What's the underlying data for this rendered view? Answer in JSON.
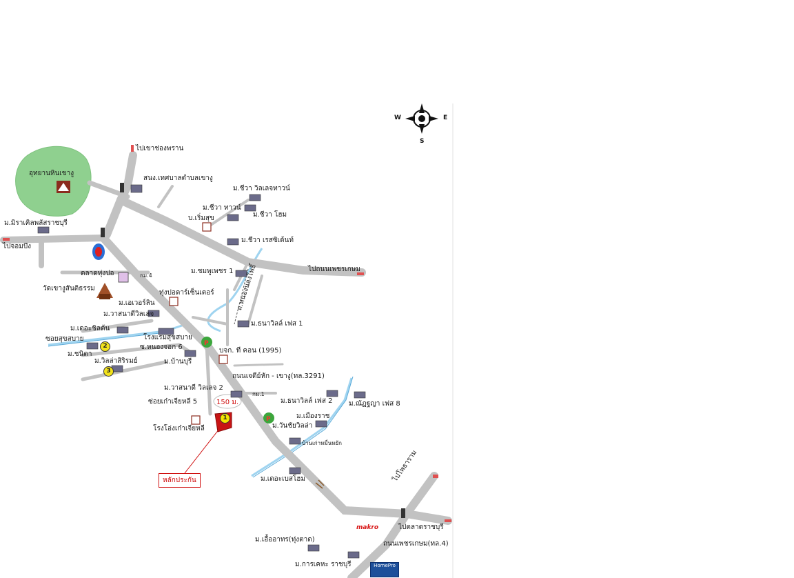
{
  "compass": {
    "west": "W",
    "east": "E",
    "south": "S"
  },
  "roads": {
    "to_khao_chong_phran": "ไปเขาช่องพราน",
    "to_chom_bueng": "ไปจอมบึง",
    "to_phetkasem": "ไปถนนเพชรเกษม",
    "to_phothararam": "ไปโพธาราม",
    "to_ratchaburi_market": "ไปตลาดราชบุรี",
    "phetkasem_road": "ถนนเพชรเกษม(ทล.4)",
    "chedi_hak_road": "ถนนเจดีย์หัก - เขางู(ทล.3291)",
    "soi_sukhsabai": "ซอยสุขสบาย",
    "soi_nong_chok": "ซ.หนองจอก 6",
    "soi_kao_chia_li": "ซ่อยเก๋าเจียหลี 5",
    "canal_road": "ถ.หนองนองโพธิ์"
  },
  "places": {
    "hin_khao_ngu_park": "อุทยานหินเขางู",
    "khao_ngu_municipality": "สนง.เทศบาลตำบลเขางู",
    "mirakhil": "ม.มิราเคิลพลัสราชบุรี",
    "thung_pa_market": "ตลาดทุ่งปอ",
    "km_marker_1": "กม.4",
    "wat_khao_ngu": "วัดเขางูสันติธรรม",
    "m_evergreen": "ม.เอเวอร์ลิน",
    "m_wasana_villa": "ม.วาสนาดีวิลเลจ",
    "m_the_chill_ton": "ม.เดอะชิลต้น",
    "m_chonika": "ม.ชนิดา",
    "m_villa_sirirom": "ม.วิลล่าสิริรมย์",
    "sukhsabai_hotel": "โรงแรมสุขสบาย",
    "thung_pa_center": "ทุ่งปอดาร์เซ็นเตอร์",
    "m_ban_buri": "ม.บ้านบุรี",
    "m_wasana_villa_2": "ม.วาสนาดี วิลเลจ 2",
    "kao_chia_li_factory": "โรงโอ่งเก๋าเจียหลี",
    "m_siwa_villa_town": "ม.ชีวา วิลเลจทาวน์",
    "m_siwa_town": "ม.ชีวา ทาวน์",
    "m_siwa_home": "ม.ชีวา โฮม",
    "b_roemsuk": "บ.เริ่มสุข",
    "m_siwa_residence": "ม.ชีวา เรสซิเด้นท์",
    "m_chomphu_phet": "ม.ชมพูเพชร 1",
    "m_thanawilla_1": "ม.ธนาวิลล์ เฟส 1",
    "tk_company": "บจก. ที คอน (1995)",
    "km_marker_2": "กม.1",
    "m_thanawilla_2": "ม.ธนาวิลล์ เฟส 2",
    "m_nanya_8": "ม.ณัฏฐญา เฟส 8",
    "m_mueang_rat": "ม.เมืองราช",
    "m_wan_chai_villa": "ม.วันชัยวิลล่า",
    "ban_phak": "บ้านเก่าหมื่นหยัก",
    "m_the_base_home": "ม.เดอะเบสโฮม",
    "m_ua_athon": "ม.เอื้ออาทร(ทุ่งตาด)",
    "m_kan_kheha": "ม.การเคหะ ราชบุรี"
  },
  "markers": {
    "badge_1": "1",
    "badge_2": "2",
    "badge_3": "3",
    "distance": "150 ม.",
    "callout": "หลักประกัน",
    "makro": "makro",
    "homepro": "HomePro"
  },
  "colors": {
    "road": "#c2c2c2",
    "road_edge": "#a9a9a9",
    "river": "#9fd4f0",
    "park": "#8fd08f",
    "highlight": "#c81414"
  }
}
